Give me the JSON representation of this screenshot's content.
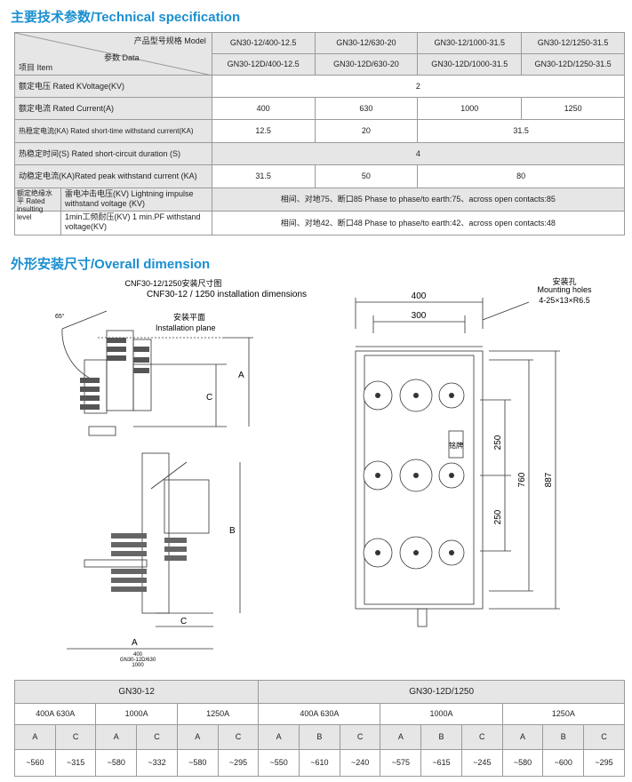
{
  "headings": {
    "spec": "主要技术参数/Technical specification",
    "dim": "外形安装尺寸/Overall dimension"
  },
  "spec": {
    "model_label": "产品型号规格 Model",
    "data_label": "参数 Data",
    "item_label": "项目 Item",
    "models_top": [
      "GN30-12/400-12.5",
      "GN30-12/630-20",
      "GN30-12/1000-31.5",
      "GN30-12/1250-31.5"
    ],
    "models_bottom": [
      "GN30-12D/400-12.5",
      "GN30-12D/630-20",
      "GN30-12D/1000-31.5",
      "GN30-12D/1250-31.5"
    ],
    "rows": {
      "voltage": {
        "label": "额定电压 Rated KVoltage(KV)",
        "value": "2"
      },
      "current": {
        "label": "额定电流 Rated Current(A)",
        "values": [
          "400",
          "630",
          "1000",
          "1250"
        ]
      },
      "short_time": {
        "label": "热稳定电流(KA) Rated short-time withstand current(KA)",
        "values": [
          "12.5",
          "20",
          "31.5"
        ]
      },
      "duration": {
        "label": "热稳定时间(S) Rated short-circuit duration (S)",
        "value": "4"
      },
      "peak": {
        "label": "动稳定电流(KA)Rated peak withstand current (KA)",
        "values": [
          "31.5",
          "50",
          "80"
        ]
      },
      "insul_group": "额定绝缘水平 Rated insulting level",
      "lightning": {
        "label": "雷电冲击电压(KV) Lightning impulse withstand voltage (KV)",
        "value": "相间、对地75、断口85 Phase to phase/to earth:75、across open contacts:85"
      },
      "pf": {
        "label": "1min工频耐压(KV) 1 min.PF withstand voltage(KV)",
        "value": "相间、对地42、断口48 Phase to phase/to earth:42、across open contacts:48"
      }
    }
  },
  "diagram": {
    "title_cn": "CNF30-12/1250安装尺寸图",
    "title_en": "CNF30-12 / 1250 installation dimensions",
    "angle": "65°",
    "install_plane_cn": "安装平面",
    "install_plane_en": "Installation plane",
    "letters": {
      "A": "A",
      "B": "B",
      "C": "C"
    },
    "footnote": [
      "400",
      "GN30-12D/630",
      "1000"
    ],
    "holes_cn": "安装孔",
    "holes_en": "Mounting holes",
    "holes_spec": "4-25×13×R6.5",
    "dims": {
      "w400": "400",
      "w300": "300",
      "v250a": "250",
      "v250b": "250",
      "v760": "760",
      "v887": "887"
    },
    "plate": "铭牌"
  },
  "dim_table": {
    "g1": "GN30-12",
    "g2": "GN30-12D/1250",
    "sub": [
      "400A  630A",
      "1000A",
      "1250A",
      "400A  630A",
      "1000A",
      "1250A"
    ],
    "letters": [
      "A",
      "C",
      "A",
      "C",
      "A",
      "C",
      "A",
      "B",
      "C",
      "A",
      "B",
      "C",
      "A",
      "B",
      "C"
    ],
    "values": [
      "~560",
      "~315",
      "~580",
      "~332",
      "~580",
      "~295",
      "~550",
      "~610",
      "~240",
      "~575",
      "~615",
      "~245",
      "~580",
      "~600",
      "~295"
    ]
  }
}
